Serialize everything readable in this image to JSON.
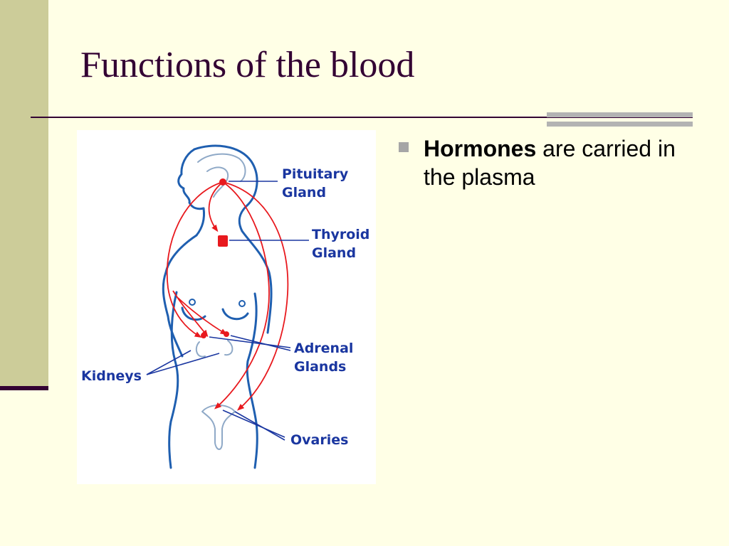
{
  "slide": {
    "title": "Functions of the blood",
    "bullet": {
      "bold": "Hormones",
      "rest": " are carried in the plasma"
    }
  },
  "diagram": {
    "labels": {
      "pituitary_1": "Pituitary",
      "pituitary_2": "Gland",
      "thyroid_1": "Thyroid",
      "thyroid_2": "Gland",
      "adrenal_1": "Adrenal",
      "adrenal_2": "Glands",
      "kidneys": "Kidneys",
      "ovaries": "Ovaries"
    }
  },
  "colors": {
    "background": "#FFFFE6",
    "accent_band": "#CCCC99",
    "title": "#330033",
    "body_outline": "#1F5FB0",
    "hormone_arrows": "#E8191E",
    "label_text": "#1A36A0"
  }
}
